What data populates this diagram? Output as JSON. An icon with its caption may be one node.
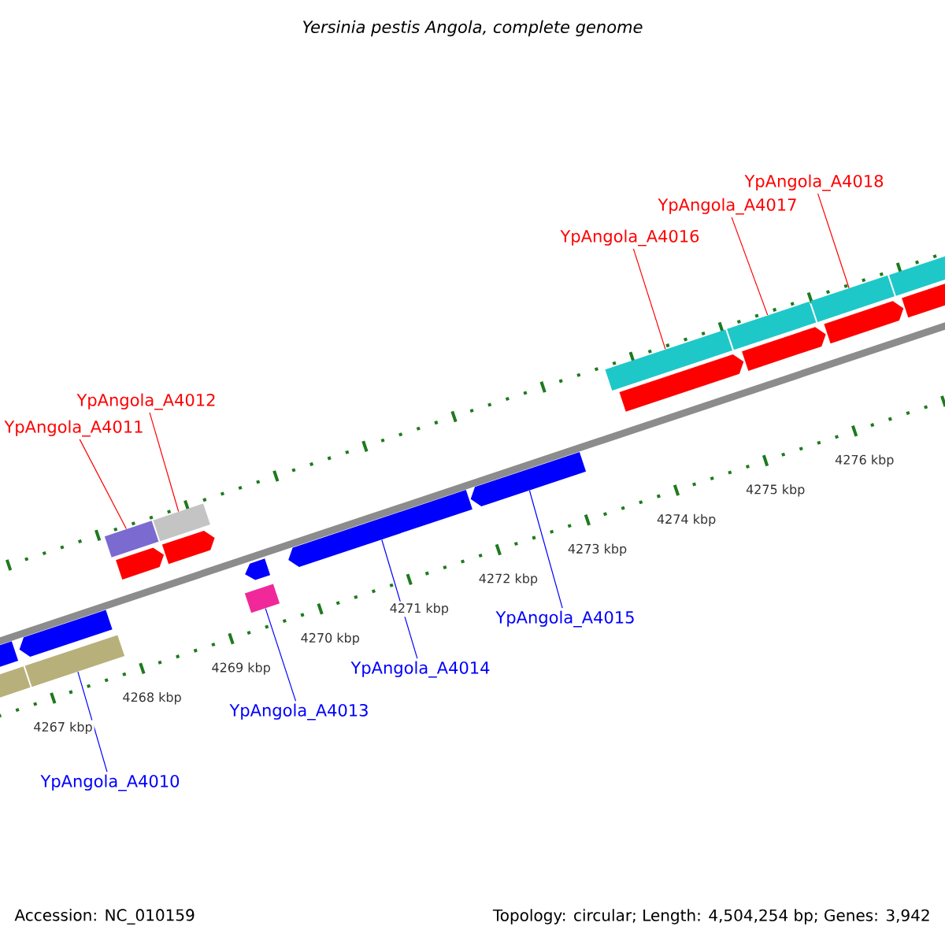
{
  "diagram": {
    "title": "Yersinia pestis Angola, complete genome",
    "nodes": [
      {
        "text": [
          "YpAngola_A4018"
        ]
      },
      {
        "text": [
          "YpAngola_A4017"
        ]
      },
      {
        "text": [
          "YpAngola_A4016"
        ]
      },
      {
        "text": [
          "YpAngola_A4012"
        ]
      },
      {
        "text": [
          "YpAngola_A4011"
        ]
      },
      {
        "text": [
          "YpAngola_A4015"
        ]
      },
      {
        "text": [
          "YpAngola_A4014"
        ]
      },
      {
        "text": [
          "YpAngola_A4013"
        ]
      },
      {
        "text": [
          "YpAngola_A4010"
        ]
      },
      {
        "text": [],
        "shape": "bar"
      },
      {
        "text": [],
        "shape": "arrow"
      },
      {
        "text": [],
        "shape": "bar"
      },
      {
        "text": [],
        "shape": "arrow"
      },
      {
        "text": [],
        "shape": "bar"
      },
      {
        "text": [],
        "shape": "arrow"
      },
      {
        "text": [],
        "shape": "bar"
      },
      {
        "text": [],
        "shape": "arrow"
      },
      {
        "text": [],
        "shape": "bar"
      },
      {
        "text": [],
        "shape": "arrow"
      },
      {
        "text": [],
        "shape": "arrow"
      },
      {
        "text": [],
        "shape": "arrow"
      },
      {
        "text": [],
        "shape": "bar"
      },
      {
        "text": [],
        "shape": "arrow"
      },
      {
        "text": [],
        "shape": "bar"
      },
      {
        "text": [],
        "shape": "arrow"
      },
      {
        "text": [],
        "shape": "bar"
      },
      {
        "text": [],
        "shape": "arrow"
      },
      {
        "text": [],
        "shape": "bar"
      },
      {
        "text": [],
        "shape": "arrow"
      }
    ],
    "edges": [
      {
        "from": 0,
        "to": 25,
        "arrow": "none",
        "color": "#ff0000"
      },
      {
        "from": 1,
        "to": 23,
        "arrow": "none",
        "color": "#ff0000"
      },
      {
        "from": 2,
        "to": 21,
        "arrow": "none",
        "color": "#ff0000"
      },
      {
        "from": 3,
        "to": 15,
        "arrow": "none",
        "color": "#ff0000"
      },
      {
        "from": 4,
        "to": 13,
        "arrow": "none",
        "color": "#ff0000"
      },
      {
        "from": 5,
        "to": 20,
        "arrow": "none",
        "color": "#0000ff"
      },
      {
        "from": 6,
        "to": 19,
        "arrow": "none",
        "color": "#0000ff"
      },
      {
        "from": 7,
        "to": 17,
        "arrow": "none",
        "color": "#0000ff"
      },
      {
        "from": 8,
        "to": 11,
        "arrow": "none",
        "color": "#0000ff"
      }
    ],
    "labels": [
      "4267 kbp",
      "4268 kbp",
      "4269 kbp",
      "4270 kbp",
      "4271 kbp",
      "4272 kbp",
      "4273 kbp",
      "4274 kbp",
      "4275 kbp",
      "4276 kbp",
      "Accession: NC_010159",
      "Topology: circular; Length: 4,504,254 bp; Genes: 3,942"
    ]
  }
}
